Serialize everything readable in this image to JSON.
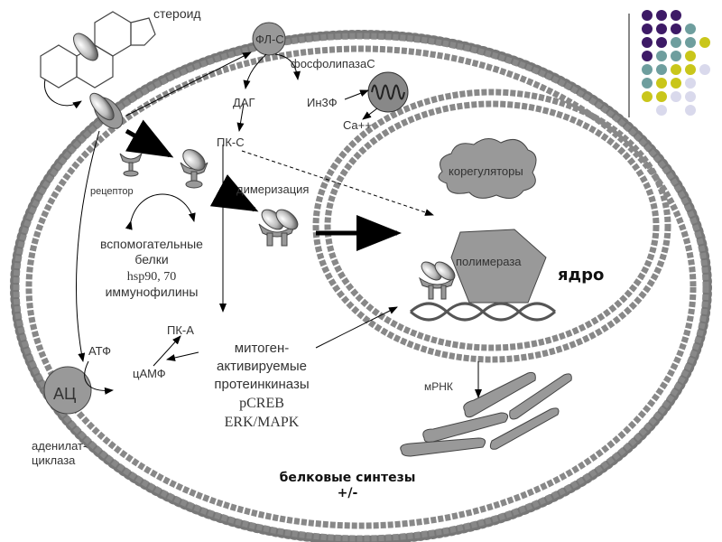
{
  "labels": {
    "steroid": "стероид",
    "plc_short": "ФЛ-С",
    "plc_full": "фосфолипазаС",
    "dag": "ДАГ",
    "ip3": "Ин3Ф",
    "ca": "Ca++",
    "pkc": "ПК-С",
    "receptor": "рецептор",
    "dimerization": "димеризация",
    "coregulators": "корегуляторы",
    "polymerase": "полимераза",
    "nucleus": "ядро",
    "aux_proteins": [
      "вспомогательные",
      "белки",
      "hsp90, 70",
      "иммунофилины"
    ],
    "pka": "ПК-А",
    "atp": "АТФ",
    "camp": "цАМФ",
    "ac_short": "АЦ",
    "ac_full": [
      "аденилат-",
      "циклаза"
    ],
    "mapk": [
      "митоген-",
      "активируемые",
      "протеинкиназы",
      "pCREB",
      "ERK/MAPK"
    ],
    "mrna": "мРНК",
    "protein_synthesis": [
      "белковые синтезы",
      "+/-"
    ]
  },
  "decoration": {
    "dot_colors": {
      "purple": "#3d1a66",
      "teal": "#6e9e9e",
      "yellow": "#c9c61a",
      "lavender": "#d9d9ec"
    },
    "dot_grid": [
      [
        "purple",
        "purple",
        "purple",
        "",
        ""
      ],
      [
        "purple",
        "purple",
        "purple",
        "teal",
        ""
      ],
      [
        "purple",
        "purple",
        "teal",
        "teal",
        "yellow"
      ],
      [
        "purple",
        "teal",
        "teal",
        "yellow",
        ""
      ],
      [
        "teal",
        "teal",
        "yellow",
        "yellow",
        "lavender"
      ],
      [
        "teal",
        "yellow",
        "yellow",
        "lavender",
        ""
      ],
      [
        "yellow",
        "yellow",
        "lavender",
        "lavender",
        ""
      ],
      [
        "",
        "lavender",
        "",
        "lavender",
        ""
      ]
    ]
  }
}
